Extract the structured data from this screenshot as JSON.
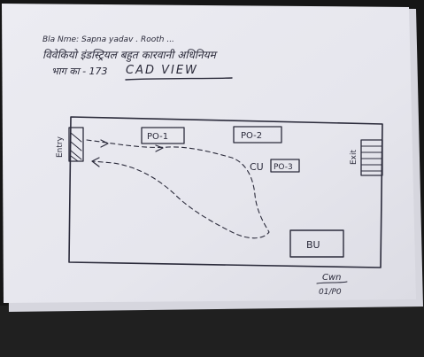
{
  "paper": {
    "top_line": "Bla Nme: Sapna yadav . Rooth ...",
    "hindi_line_1": "विवेकियो इंडस्ट्रियल बहुत कारवानी अधिनियम",
    "hindi_line_2": "भाग का - 173",
    "heading": "CAD VIEW"
  },
  "drawing": {
    "po1": "PO-1",
    "po2": "PO-2",
    "po3": "PO-3",
    "cu": "CU",
    "bu": "BU",
    "left_side_label": "Entry",
    "right_side_label": "Exit",
    "signature_line_1": "Cwn",
    "signature_line_2": "01/P0"
  },
  "colors": {
    "paper": "#e9e9ef",
    "ink": "#2b2b3b",
    "background": "#161616"
  }
}
